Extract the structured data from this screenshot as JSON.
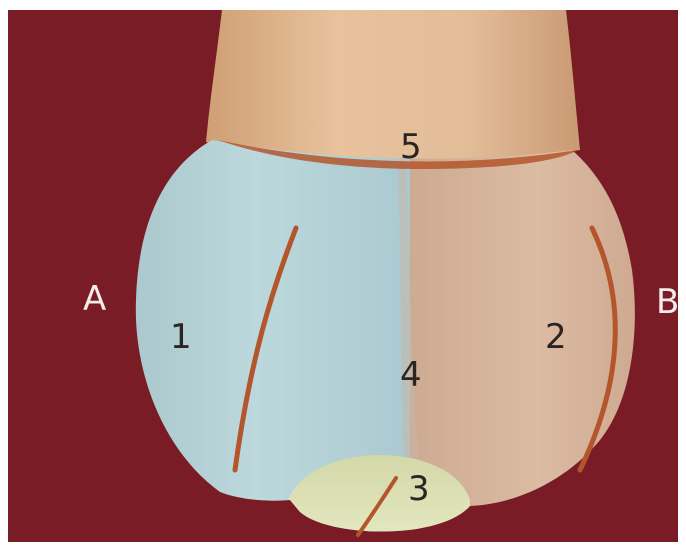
{
  "labels": {
    "side_left": "A",
    "side_right": "B",
    "region_1": "1",
    "region_2": "2",
    "region_3": "3",
    "region_4": "4",
    "region_5": "5"
  },
  "colors": {
    "background": "#7a1c26",
    "shaft": "#e2bd96",
    "region_1": "#b6d2d6",
    "region_2": "#d9b79e",
    "region_3": "#dfe4b8",
    "fracture_lines": "#b4562c"
  }
}
